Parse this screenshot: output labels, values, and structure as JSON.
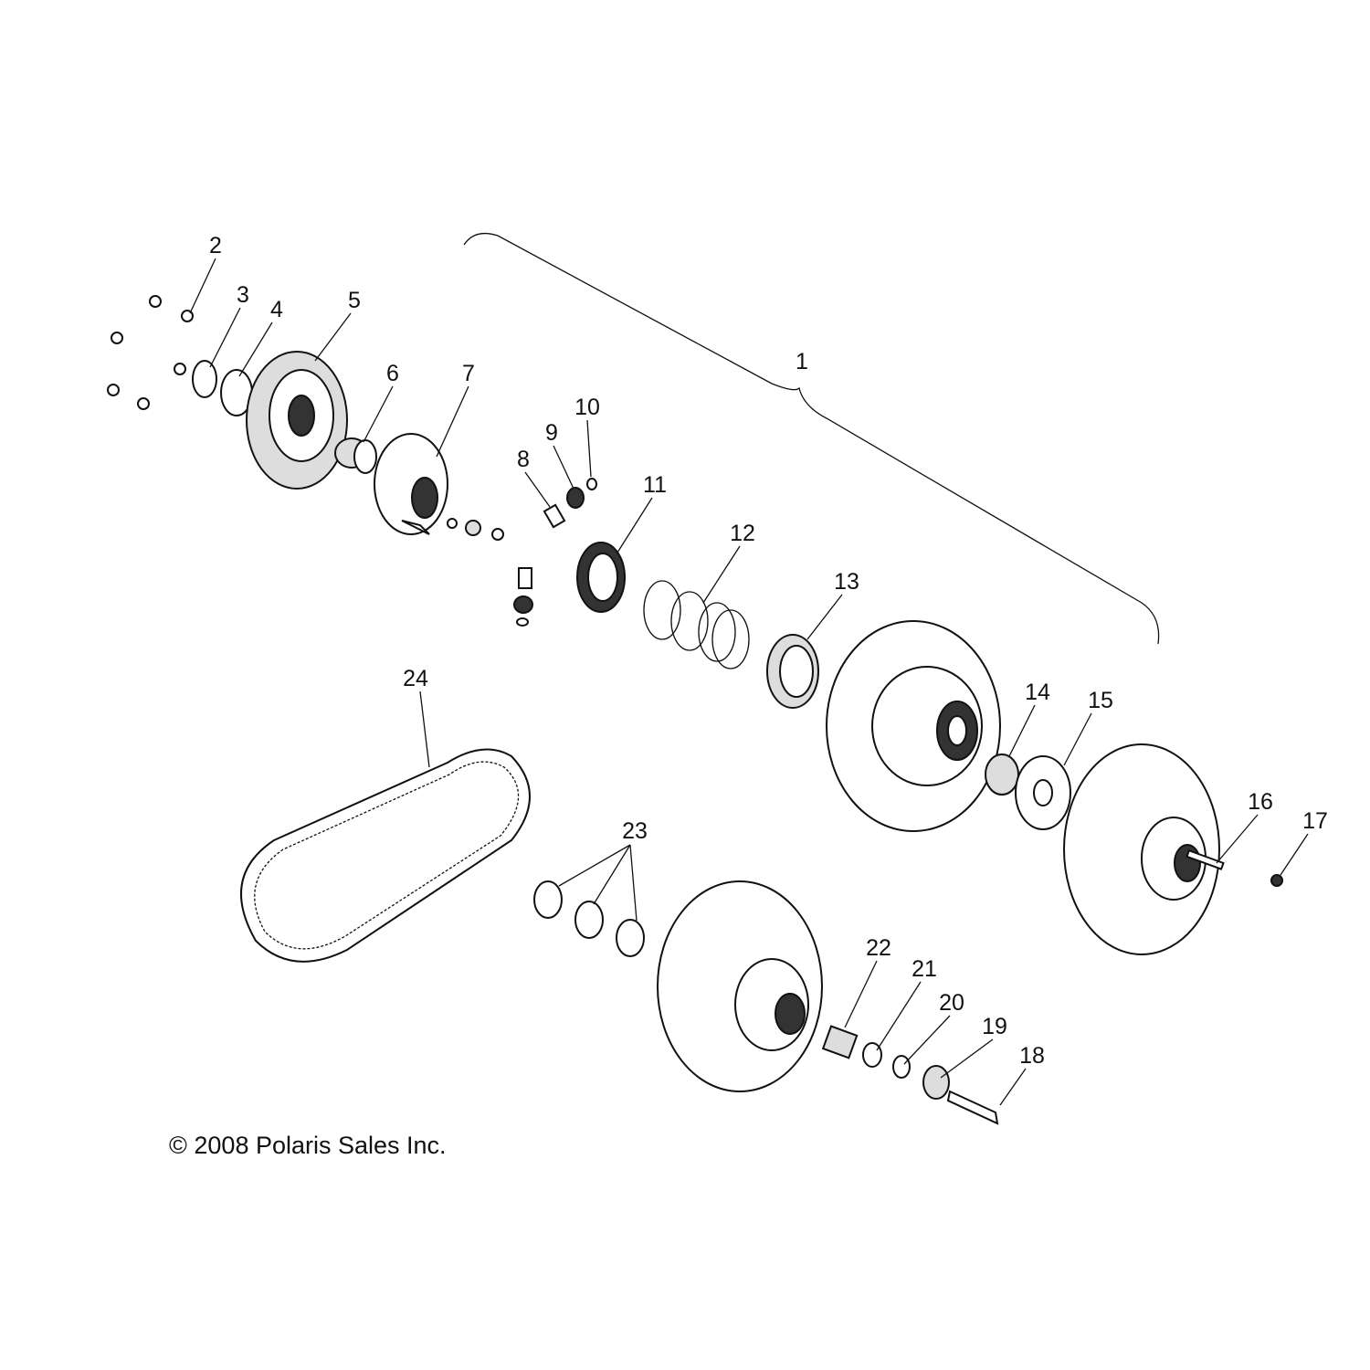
{
  "diagram": {
    "title": "Driven clutch assembly exploded view",
    "callouts": [
      "1",
      "2",
      "3",
      "4",
      "5",
      "6",
      "7",
      "8",
      "9",
      "10",
      "11",
      "12",
      "13",
      "14",
      "15",
      "16",
      "17",
      "18",
      "19",
      "20",
      "21",
      "22",
      "23",
      "24"
    ],
    "copyright": "© 2008 Polaris Sales Inc."
  }
}
